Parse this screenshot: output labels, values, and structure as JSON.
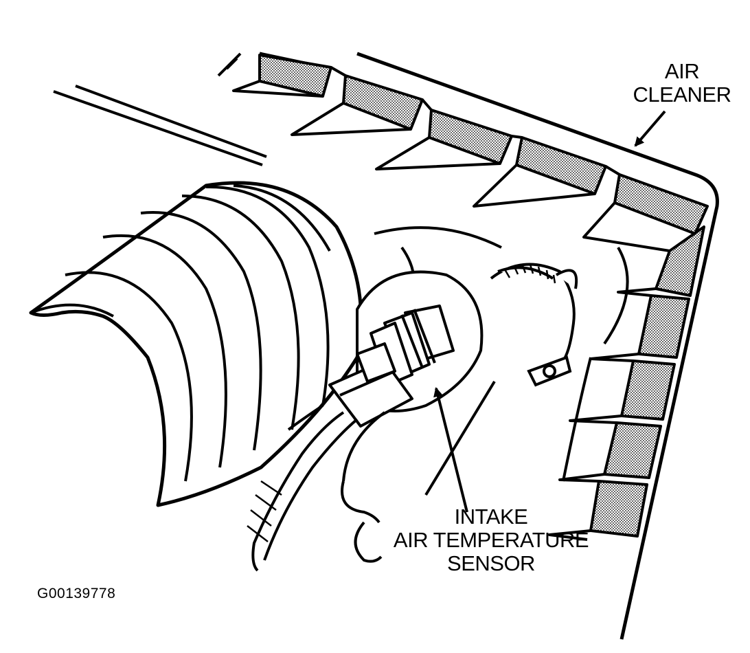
{
  "labels": {
    "air_cleaner": {
      "line1": "AIR",
      "line2": "CLEANER"
    },
    "iat_sensor": {
      "line1": "INTAKE",
      "line2": "AIR TEMPERATURE",
      "line3": "SENSOR"
    }
  },
  "figure_id": "G00139778",
  "colors": {
    "ink": "#000000",
    "paper": "#ffffff",
    "shading": "#9a9a9a"
  }
}
